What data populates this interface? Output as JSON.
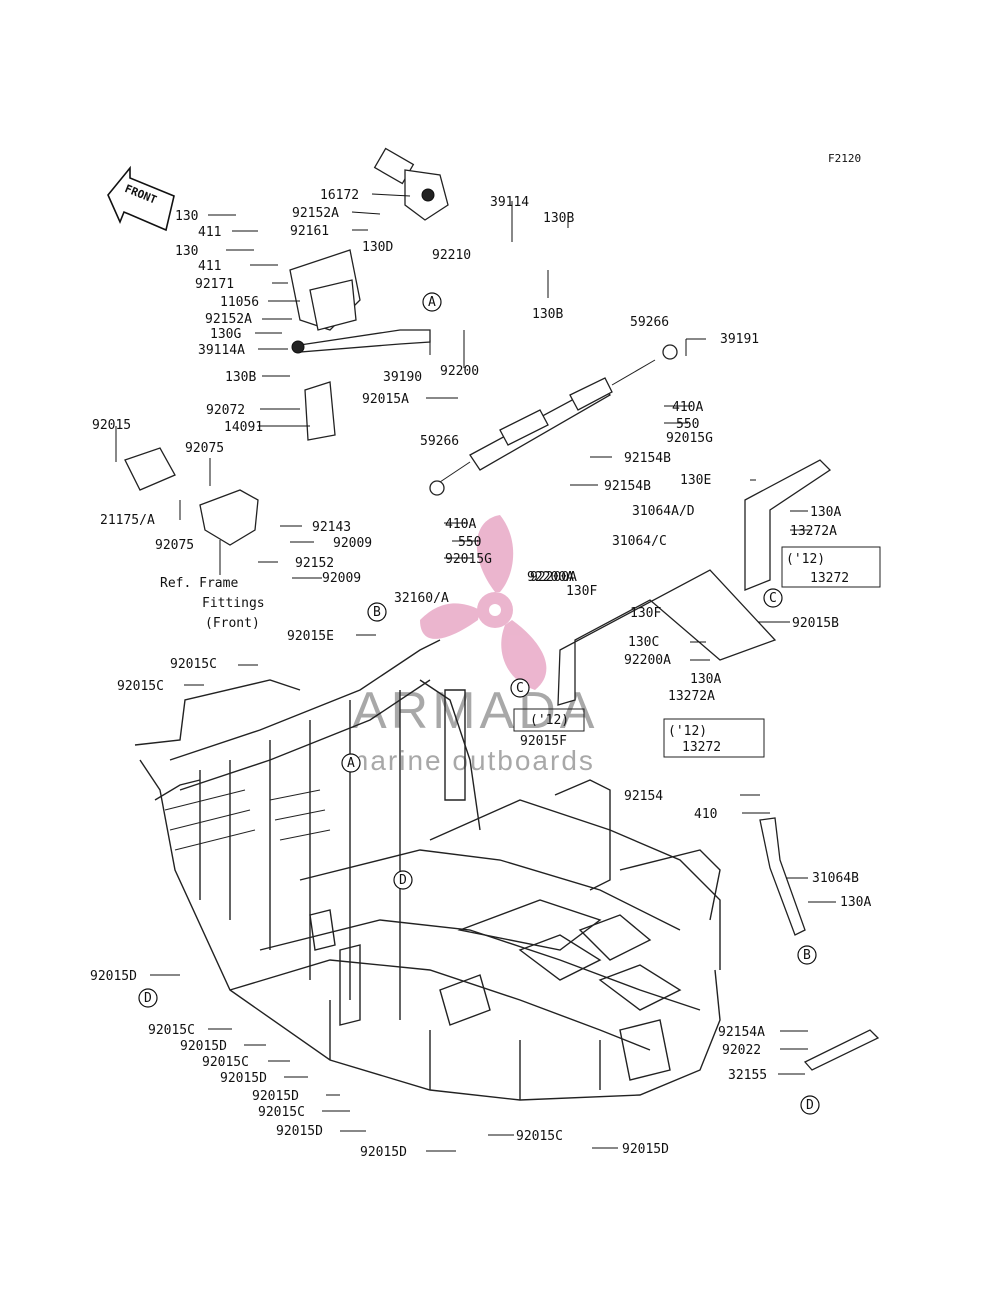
{
  "figure_code": "F2120",
  "front_label": "FRONT",
  "watermark": {
    "brand": "ARMADA",
    "tagline": "marine outboards",
    "logo_color": "#e7a3c3"
  },
  "ref_note": {
    "line1": "Ref. Frame",
    "line2": "Fittings",
    "line3": "(Front)"
  },
  "year_box_12": "('12)",
  "part_labels": [
    "16172",
    "92152A",
    "92161",
    "130",
    "411",
    "130",
    "411",
    "92171",
    "11056",
    "92152A",
    "130G",
    "39114A",
    "130B",
    "130D",
    "92210",
    "39114",
    "130B",
    "130B",
    "39190",
    "92200",
    "92015A",
    "92072",
    "14091",
    "59266",
    "39191",
    "410A",
    "550",
    "92015G",
    "92154B",
    "92154B",
    "59266",
    "410A",
    "550",
    "92015G",
    "92015",
    "92075",
    "21175/A",
    "92075",
    "92143",
    "92009",
    "92152",
    "92009",
    "92200A",
    "130F",
    "130E",
    "130A",
    "31064A/D",
    "13272A",
    "13272",
    "31064/C",
    "92015B",
    "92200A",
    "130F",
    "130C",
    "92200A",
    "32160/A",
    "92015E",
    "92015C",
    "92015C",
    "130A",
    "13272A",
    "92015F",
    "13272",
    "92154",
    "410",
    "31064B",
    "130A",
    "92015D",
    "92015C",
    "92015D",
    "92015C",
    "92015D",
    "92015D",
    "92015C",
    "92015D",
    "92015D",
    "92015C",
    "92015D",
    "92154A",
    "92022",
    "32155"
  ],
  "callouts": [
    "A",
    "A",
    "B",
    "B",
    "C",
    "C",
    "D",
    "D",
    "D"
  ]
}
